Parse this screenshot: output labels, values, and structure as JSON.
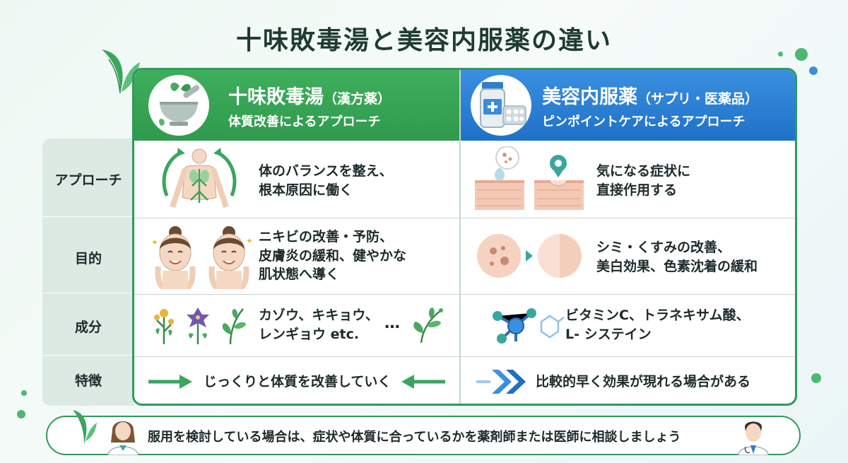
{
  "title": "十味敗毒湯と美容内服薬の違い",
  "left_header": {
    "title": "十味敗毒湯",
    "title_note": "（漢方薬）",
    "subtitle": "体質改善によるアプローチ"
  },
  "right_header": {
    "title": "美容内服薬",
    "title_note": "（サプリ・医薬品）",
    "subtitle": "ピンポイントケアによるアプローチ"
  },
  "rows": [
    {
      "label": "アプローチ",
      "left_lines": [
        "体のバランスを整え、",
        "根本原因に働く"
      ],
      "right_lines": [
        "気になる症状に",
        "直接作用する"
      ]
    },
    {
      "label": "目的",
      "left_lines": [
        "ニキビの改善・予防、",
        "皮膚炎の緩和、健やかな",
        "肌状態へ導く"
      ],
      "right_lines": [
        "シミ・くすみの改善、",
        "美白効果、色素沈着の緩和"
      ]
    },
    {
      "label": "成分",
      "left_lines": [
        "カゾウ、キキョウ、",
        "レンギョウ etc."
      ],
      "left_ellipsis": "…",
      "right_lines": [
        "ビタミンC、トラネキサム酸、",
        "L- システイン"
      ]
    },
    {
      "label": "特徴",
      "left_lines": [
        "じっくりと体質を改善していく"
      ],
      "right_lines": [
        "比較的早く効果が現れる場合がある"
      ]
    }
  ],
  "footer": {
    "text": "服用を検討している場合は、症状や体質に合っているかを薬剤師または医師に相談しましょう"
  },
  "colors": {
    "green": "#2e9a5c",
    "blue": "#2a7fd0",
    "label_bg": "#dde9e3"
  },
  "icons": [
    "mortar-herb-icon",
    "medicine-bottle-icon",
    "body-meridian-icon",
    "skin-layer-icon",
    "smiling-woman-icon",
    "spot-skin-icon",
    "herb-flower-icon",
    "molecule-icon",
    "arrow-right-icon",
    "arrow-left-icon",
    "double-chevron-icon",
    "pharmacist-icon",
    "doctor-icon",
    "leaf-icon"
  ]
}
